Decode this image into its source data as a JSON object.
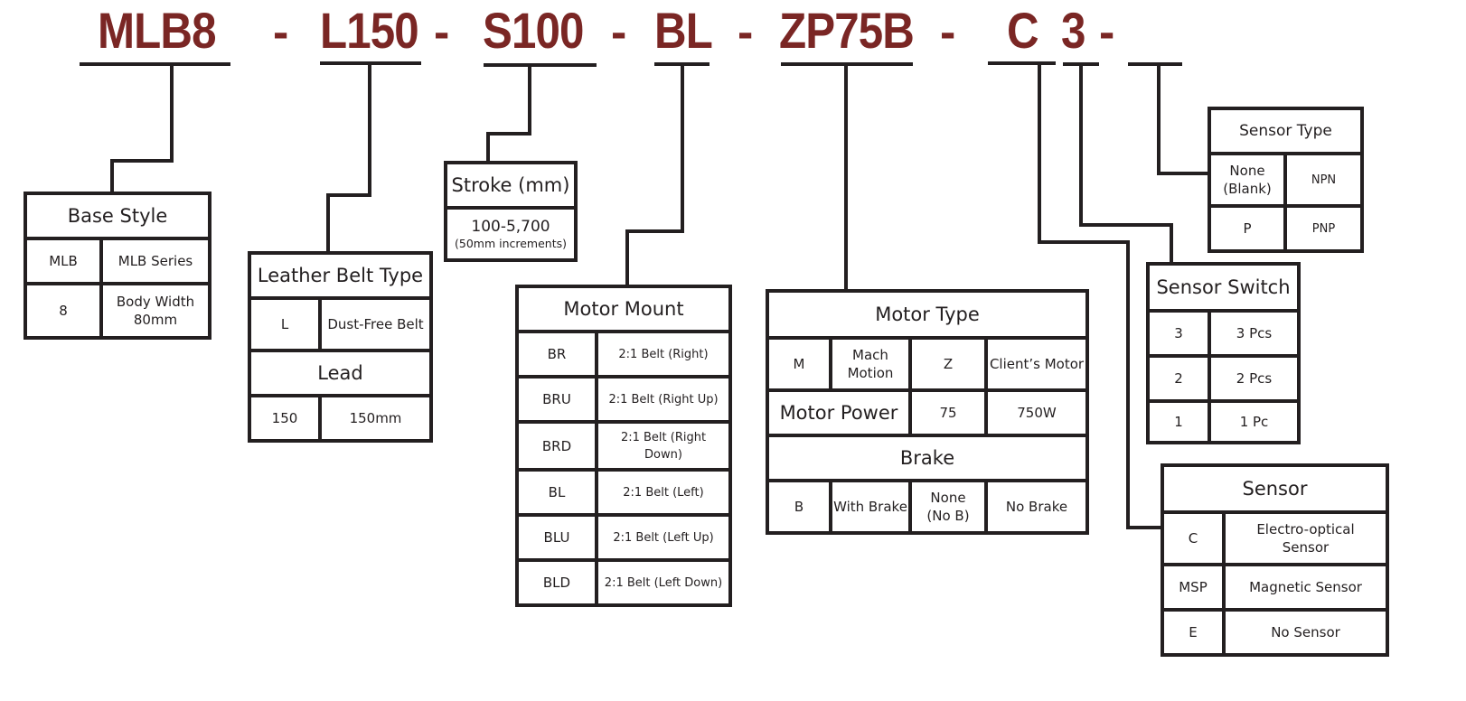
{
  "part_number": {
    "segments": [
      {
        "code": "MLB8",
        "key": "base"
      },
      {
        "code": "L150",
        "key": "belt_lead"
      },
      {
        "code": "S100",
        "key": "stroke"
      },
      {
        "code": "BL",
        "key": "mount"
      },
      {
        "code": "ZP75B",
        "key": "motor"
      },
      {
        "code": "C",
        "key": "sensor"
      },
      {
        "code": "3",
        "key": "switch"
      },
      {
        "code": "",
        "key": "sensor_type"
      }
    ],
    "separator": "-",
    "colors": {
      "code_text": "#7a2624",
      "lines": "#231f20"
    }
  },
  "base_style": {
    "title": "Base Style",
    "rows": [
      {
        "code": "MLB",
        "desc": "MLB Series"
      },
      {
        "code": "8",
        "desc": "Body Width 80mm"
      }
    ]
  },
  "belt": {
    "title": "Leather Belt  Type",
    "rows": [
      {
        "code": "L",
        "desc": "Dust-Free Belt"
      }
    ],
    "lead_title": "Lead",
    "lead_rows": [
      {
        "code": "150",
        "desc": "150mm"
      }
    ]
  },
  "stroke": {
    "title": "Stroke (mm)",
    "range": "100-5,700",
    "note": "(50mm increments)"
  },
  "motor_mount": {
    "title": "Motor Mount",
    "rows": [
      {
        "code": "BR",
        "desc": "2:1 Belt (Right)"
      },
      {
        "code": "BRU",
        "desc": "2:1 Belt (Right Up)"
      },
      {
        "code": "BRD",
        "desc": "2:1 Belt (Right Down)"
      },
      {
        "code": "BL",
        "desc": "2:1 Belt (Left)"
      },
      {
        "code": "BLU",
        "desc": "2:1 Belt (Left Up)"
      },
      {
        "code": "BLD",
        "desc": "2:1 Belt (Left Down)"
      }
    ]
  },
  "motor": {
    "type_title": "Motor Type",
    "type_row": {
      "code1": "M",
      "desc1": "Mach Motion",
      "code2": "Z",
      "desc2": "Client’s Motor"
    },
    "power_title": "Motor Power",
    "power_row": {
      "code": "75",
      "desc": "750W"
    },
    "brake_title": "Brake",
    "brake_row": {
      "code1": "B",
      "desc1": "With Brake",
      "code2": "None (No B)",
      "desc2": "No Brake"
    }
  },
  "sensor_type": {
    "title": "Sensor Type",
    "rows": [
      {
        "code": "None (Blank)",
        "desc": "NPN"
      },
      {
        "code": "P",
        "desc": "PNP"
      }
    ]
  },
  "sensor_switch": {
    "title": "Sensor Switch",
    "rows": [
      {
        "code": "3",
        "desc": "3 Pcs"
      },
      {
        "code": "2",
        "desc": "2 Pcs"
      },
      {
        "code": "1",
        "desc": "1 Pc"
      }
    ]
  },
  "sensor": {
    "title": "Sensor",
    "rows": [
      {
        "code": "C",
        "desc": "Electro-optical Sensor"
      },
      {
        "code": "MSP",
        "desc": "Magnetic Sensor"
      },
      {
        "code": "E",
        "desc": "No Sensor"
      }
    ]
  }
}
